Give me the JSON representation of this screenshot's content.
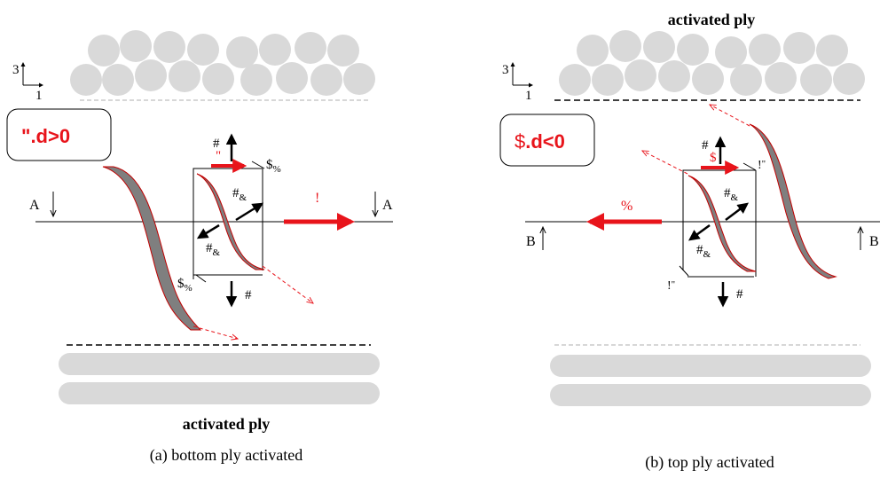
{
  "colors": {
    "fiber": "#d9d9d9",
    "kink_fill": "#7f7f7f",
    "kink_edge": "#c00000",
    "arrow_red": "#e8141b",
    "text_red": "#e8141b",
    "black": "#000000"
  },
  "panel_a": {
    "axis_vertical": "3",
    "axis_horizontal": "1",
    "label_box": "\".d>0",
    "label_box_prefix": "\"",
    "label_box_rest": ".d>0",
    "top_red_label": "\"",
    "big_arrow_label": "!",
    "shear_top": "#",
    "shear_bottom": "#",
    "shear_inner_top": "#",
    "shear_inner_top_sub": "&",
    "shear_inner_bottom": "#",
    "shear_inner_bottom_sub": "&",
    "corner_top": "$",
    "corner_top_sub": "%",
    "corner_bottom": "$",
    "corner_bottom_sub": "%",
    "section_left": "A",
    "section_right": "A",
    "ply_label": "activated ply",
    "caption": "(a) bottom ply activated"
  },
  "panel_b": {
    "axis_vertical": "3",
    "axis_horizontal": "1",
    "label_box_prefix": "$",
    "label_box_rest": ".d<0",
    "top_red_label": "$",
    "big_arrow_label": "%",
    "shear_top": "#",
    "shear_bottom": "#",
    "shear_inner_top": "#",
    "shear_inner_top_sub": "&",
    "shear_inner_bottom": "#",
    "shear_inner_bottom_sub": "&",
    "corner_top": "!",
    "corner_top_sub": "\"",
    "corner_bottom": "!",
    "corner_bottom_sub": "\"",
    "section_left": "B",
    "section_right": "B",
    "ply_label": "activated ply",
    "caption": "(b) top ply activated"
  }
}
